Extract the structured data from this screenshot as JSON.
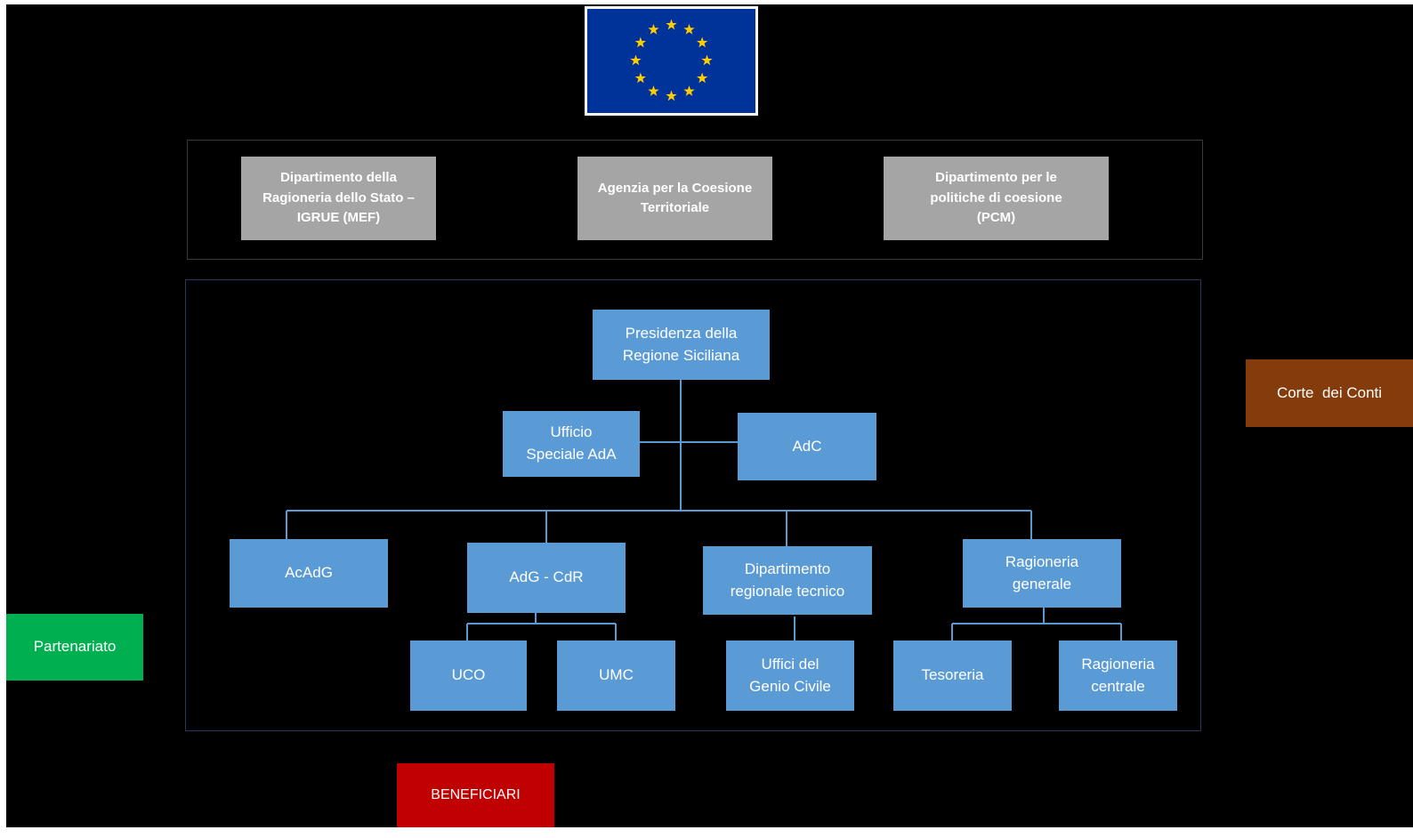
{
  "colors": {
    "canvas": "#000000",
    "node_blue": "#5b9bd5",
    "node_grey": "#a5a5a5",
    "connector": "#5b9bd5",
    "partenariato": "#00b050",
    "beneficiari": "#c00000",
    "corte": "#843c0c",
    "eu_flag_blue": "#003399",
    "eu_flag_star": "#ffcc00"
  },
  "logo": {
    "icon": "eu-flag-icon"
  },
  "national": {
    "mef": "Dipartimento della\nRagioneria dello Stato –\nIGRUE (MEF)",
    "act": "Agenzia per la Coesione\nTerritoriale",
    "pcm": "Dipartimento per le\npolitiche di coesione\n(PCM)"
  },
  "org": {
    "presidenza": "Presidenza della\nRegione Siciliana",
    "ufficio_ada": "Ufficio\nSpeciale AdA",
    "adc": "AdC",
    "acadg": "AcAdG",
    "adg_cdr": "AdG - CdR",
    "dip_tecnico": "Dipartimento\nregionale tecnico",
    "ragioneria_generale": "Ragioneria\ngenerale",
    "uco": "UCO",
    "umc": "UMC",
    "genio_civile": "Uffici del\nGenio Civile",
    "tesoreria": "Tesoreria",
    "ragioneria_centrale": "Ragioneria\ncentrale"
  },
  "external": {
    "partenariato": "Partenariato",
    "beneficiari": "BENEFICIARI",
    "corte": "Corte  dei Conti"
  }
}
